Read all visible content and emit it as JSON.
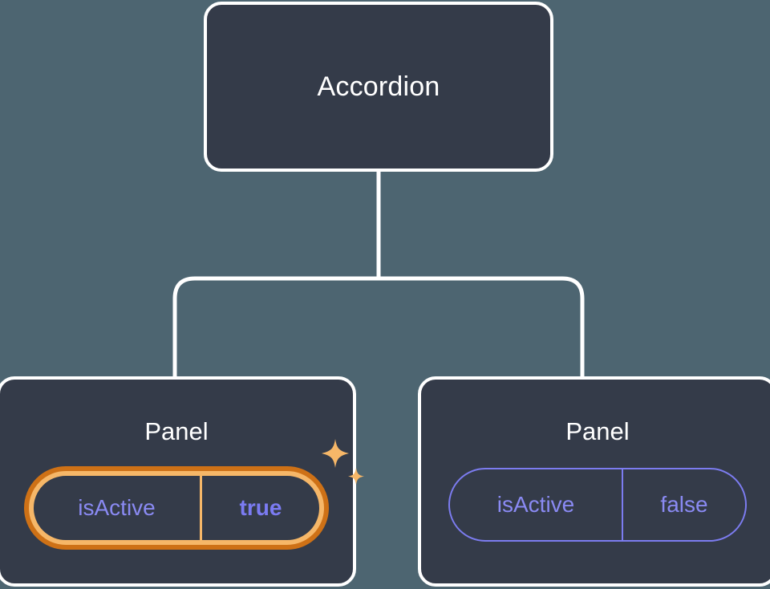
{
  "theme": {
    "background": "#4d6571",
    "card_fill": "#343b49",
    "card_border": "#ffffff",
    "connector": "#ffffff",
    "accent_purple": "#7c7cf0",
    "accent_purple_text": "#8a8af3",
    "highlight_outer_ring": "#ce7116",
    "highlight_inner_ring": "#f6b768",
    "highlight_value_text": "#7b7bf2",
    "sparkle": "#f6b768"
  },
  "tree": {
    "root": {
      "title": "Accordion"
    },
    "children": [
      {
        "title": "Panel",
        "highlighted": true,
        "prop": {
          "key": "isActive",
          "value": "true"
        },
        "sparkle_icon": "sparkles-icon"
      },
      {
        "title": "Panel",
        "highlighted": false,
        "prop": {
          "key": "isActive",
          "value": "false"
        }
      }
    ]
  }
}
